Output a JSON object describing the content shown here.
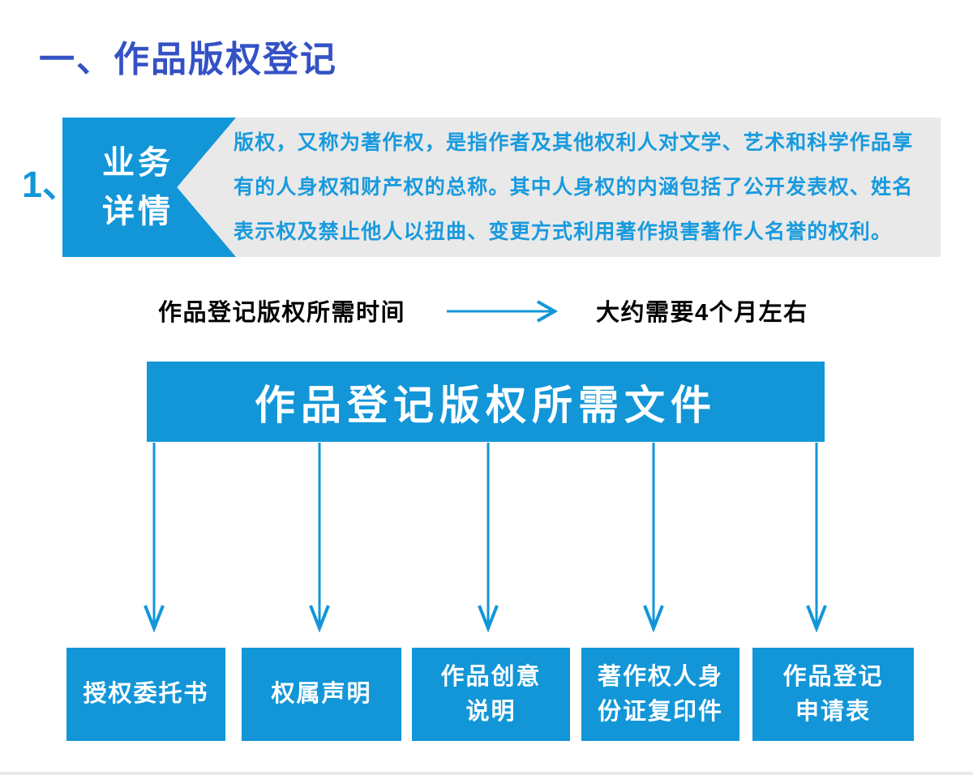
{
  "colors": {
    "azure": "#1296d8",
    "azure_text": "#189ade",
    "royal": "#3452c5",
    "panel_gray": "#e9e9e9",
    "black": "#000000",
    "white": "#ffffff"
  },
  "header": {
    "section_title": "一、作品版权登记",
    "item_number": "1、"
  },
  "business_detail": {
    "flag_label": "业务\n详情",
    "description_lines": [
      "版权，又称为著作权，是指作者及其他权利人对文学、艺术和科学作品享",
      "有的人身权和财产权的总称。其中人身权的内涵包括了公开发表权、姓名",
      "表示权及禁止他人以扭曲、变更方式利用著作损害著作人名誉的权利。"
    ]
  },
  "timeline": {
    "label": "作品登记版权所需时间",
    "duration": "大约需要4个月左右"
  },
  "documents": {
    "banner_title": "作品登记版权所需文件",
    "items": [
      {
        "label": "授权委托书"
      },
      {
        "label": "权属声明"
      },
      {
        "label": "作品创意\n说明"
      },
      {
        "label": "著作权人身\n份证复印件"
      },
      {
        "label": "作品登记\n申请表"
      }
    ]
  }
}
